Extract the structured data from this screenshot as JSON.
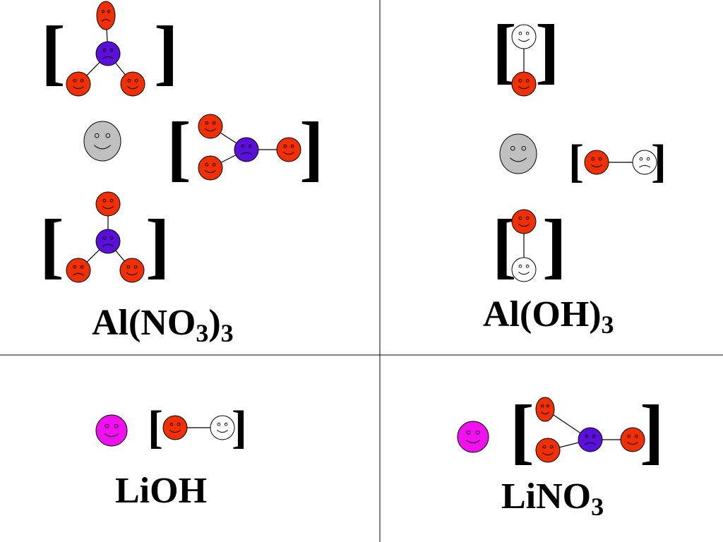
{
  "colors": {
    "oxygen": "#f03000",
    "nitrogen": "#5a10d8",
    "aluminium": "#c0c0c0",
    "hydrogen": "#ffffff",
    "lithium": "#f010f0",
    "outline": "#000000"
  },
  "panels": [
    {
      "formula": {
        "base": "Al(NO",
        "sub1": "3",
        "mid": ")",
        "sub2": "3"
      },
      "cation": {
        "count": 1,
        "expression": "smile"
      },
      "anion": {
        "count": 3,
        "atoms": [
          "N",
          "O",
          "O",
          "O"
        ]
      }
    },
    {
      "formula": {
        "base": "Al(OH)",
        "sub1": "3"
      },
      "cation": {
        "count": 1,
        "expression": "smile"
      },
      "anion": {
        "count": 3,
        "atoms": [
          "O",
          "H"
        ]
      }
    },
    {
      "formula": {
        "base": "LiOH"
      },
      "cation": {
        "count": 1,
        "expression": "smile"
      },
      "anion": {
        "count": 1,
        "atoms": [
          "O",
          "H"
        ]
      }
    },
    {
      "formula": {
        "base": "LiNO",
        "sub1": "3"
      },
      "cation": {
        "count": 1,
        "expression": "smile"
      },
      "anion": {
        "count": 1,
        "atoms": [
          "N",
          "O",
          "O",
          "O"
        ]
      }
    }
  ],
  "brackets": {
    "open": "[",
    "close": "]"
  }
}
